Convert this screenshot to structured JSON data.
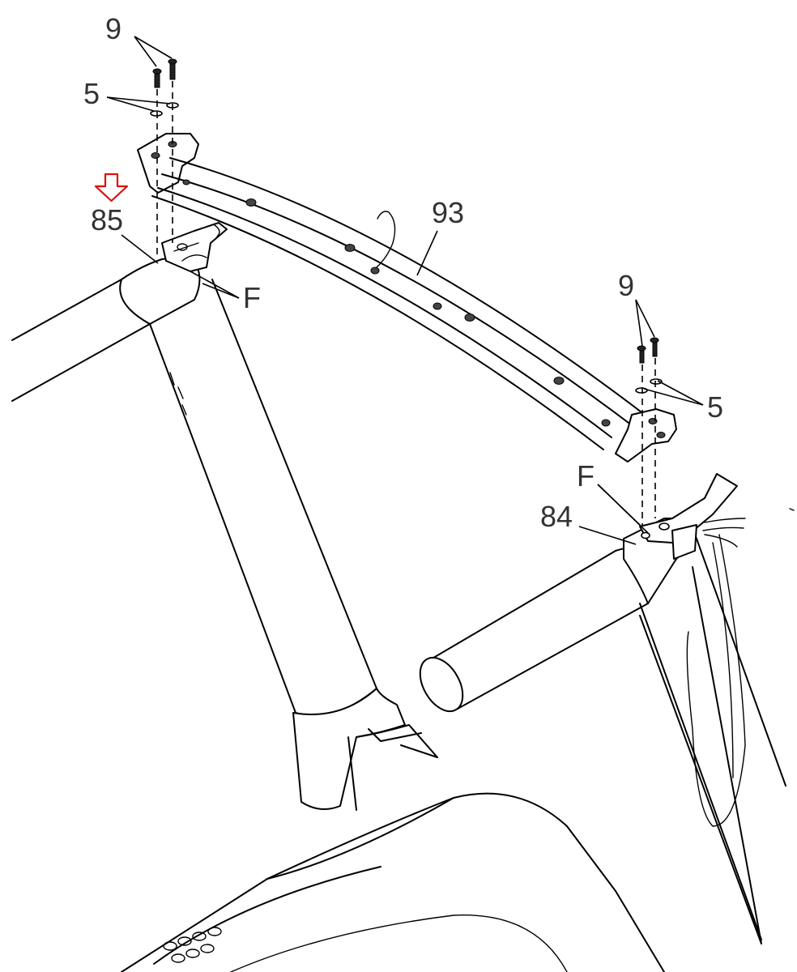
{
  "callouts": {
    "bolt_top_left": "9",
    "washer_top_left": "5",
    "upright_left": "85",
    "crossbar": "93",
    "fastener_left": "F",
    "bolt_right": "9",
    "washer_right": "5",
    "fastener_right": "F",
    "upright_right": "84"
  },
  "marker": {
    "color": "#dd1111",
    "icon": "down-arrow-outline-icon"
  },
  "colors": {
    "lines": "#000000",
    "labels": "#333333",
    "background": "#ffffff"
  }
}
